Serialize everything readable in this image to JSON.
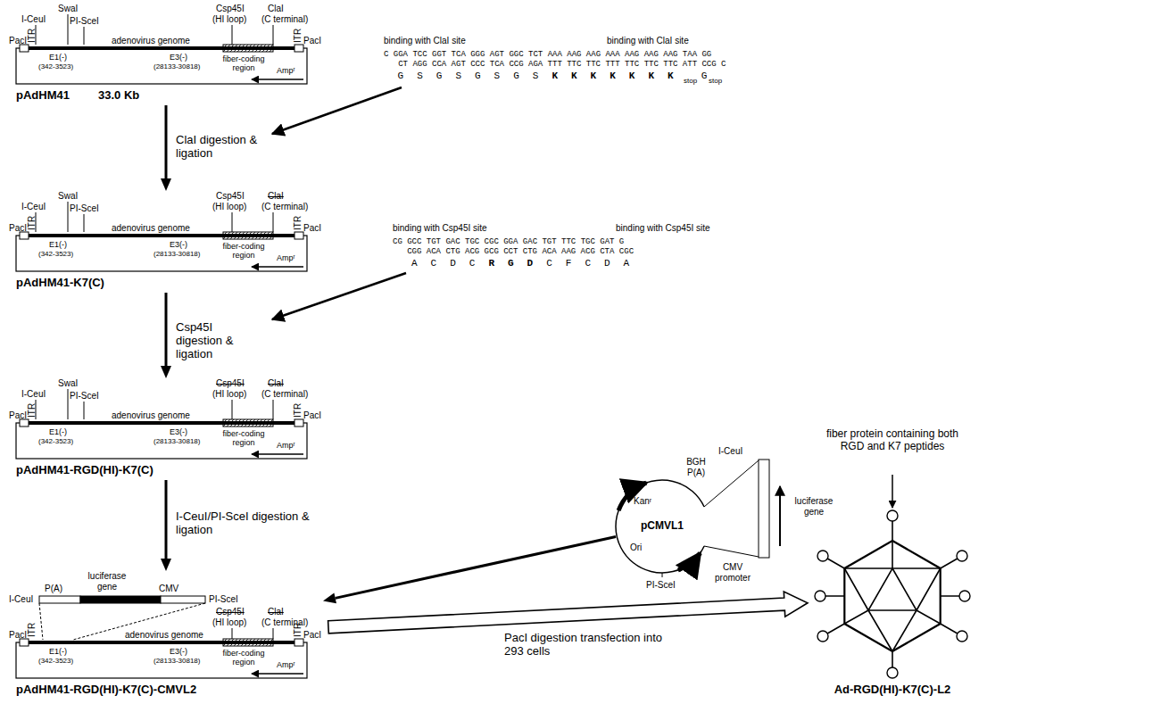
{
  "diagram": {
    "nodes": [
      {
        "text": [
          "pAdHM41",
          "33.0 Kb",
          "adenovirus genome",
          "E1(-)",
          "(342-3523)",
          "E3(-)",
          "(28133-30818)",
          "fiber-coding region",
          "Ampʳ"
        ]
      },
      {
        "text": [
          "pAdHM41-K7(C)",
          "adenovirus genome",
          "E1(-)",
          "(342-3523)",
          "E3(-)",
          "(28133-30818)",
          "fiber-coding region",
          "Ampʳ"
        ]
      },
      {
        "text": [
          "pAdHM41-RGD(HI)-K7(C)",
          "adenovirus genome",
          "E1(-)",
          "(342-3523)",
          "E3(-)",
          "(28133-30818)",
          "fiber-coding region",
          "Ampʳ"
        ]
      },
      {
        "text": [
          "pAdHM41-RGD(HI)-K7(C)-CMVL2",
          "adenovirus genome",
          "E1(-)",
          "(342-3523)",
          "E3(-)",
          "(28133-30818)",
          "fiber-coding region",
          "Ampʳ"
        ]
      },
      {
        "text": [
          "pCMVL1",
          "Kanʳ",
          "Ori"
        ]
      },
      {
        "text": [
          "Ad-RGD(HI)-K7(C)-L2"
        ]
      }
    ],
    "edges": [
      {
        "from": 0,
        "to": 1,
        "arrow": "to",
        "label": "ClaI digestion & ligation"
      },
      {
        "from": 1,
        "to": 2,
        "arrow": "to",
        "label": "Csp45I digestion & ligation"
      },
      {
        "from": 2,
        "to": 3,
        "arrow": "to",
        "label": "I-CeuI/PI-SceI digestion & ligation"
      },
      {
        "from": 4,
        "to": 3,
        "arrow": "to"
      },
      {
        "from": 3,
        "to": 5,
        "arrow": "to",
        "label": "PacI digestion transfection into 293 cells"
      }
    ],
    "labels": [
      "PacI",
      "ITR",
      "I-CeuI",
      "SwaI",
      "PI-SceI",
      "Csp45I",
      "(HI loop)",
      "ClaI",
      "(C terminal)",
      "ITR",
      "PacI",
      "PacI",
      "ITR",
      "I-CeuI",
      "SwaI",
      "PI-SceI",
      "Csp45I",
      "(HI loop)",
      "ClaI",
      "(C terminal)",
      "ITR",
      "PacI",
      "PacI",
      "ITR",
      "I-CeuI",
      "SwaI",
      "PI-SceI",
      "Csp45I",
      "(HI loop)",
      "ClaI",
      "(C terminal)",
      "ITR",
      "PacI",
      "luciferase gene",
      "P(A)",
      "CMV",
      "I-CeuI",
      "PI-SceI",
      "PacI",
      "ITR",
      "Csp45I",
      "(HI loop)",
      "ClaI",
      "(C terminal)",
      "ITR",
      "PacI",
      "binding with ClaI site",
      "binding with ClaI site",
      "C GGA TCC GGT TCA GGG AGT GGC TCT AAA AAG AAG AAA AAG AAG AAG TAA GG",
      "CT AGG CCA AGT CCC TCA CCG AGA TTT TTC TTC TTT TTC TTC TTC ATT CCG C",
      "G S G S G S G S",
      "K K K K K K K",
      "stop",
      "G",
      "stop",
      "binding with Csp45I site",
      "binding with Csp45I site",
      "CG GCC TGT GAC TGC CGC GGA GAC TGT TTC TGC GAT G",
      "CGG ACA CTG ACG GCG CCT CTG ACA AAG ACG CTA CGC",
      "A C D C",
      "R G D",
      "C F C D A",
      "I-CeuI",
      "BGH P(A)",
      "luciferase gene",
      "CMV promoter",
      "PI-SceI",
      "fiber protein containing both RGD and K7 peptides"
    ]
  }
}
